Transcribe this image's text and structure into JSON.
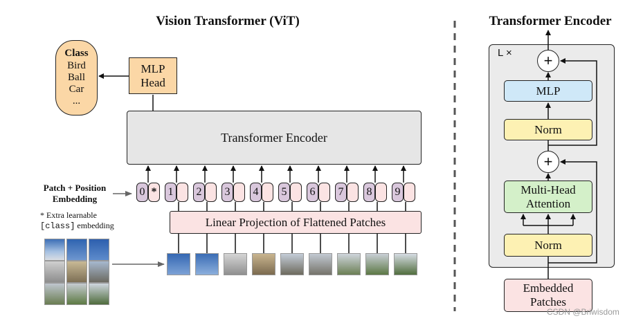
{
  "vit": {
    "title": "Vision Transformer (ViT)",
    "class_box": {
      "heading": "Class",
      "items": [
        "Bird",
        "Ball",
        "Car",
        "..."
      ]
    },
    "mlp_head": {
      "line1": "MLP",
      "line2": "Head"
    },
    "encoder_label": "Transformer Encoder",
    "patch_position_label": {
      "line1": "Patch + Position",
      "line2": "Embedding"
    },
    "extra_note": {
      "line1": "* Extra learnable",
      "code": "[class]",
      "rest": " embedding"
    },
    "position_tokens": [
      "0",
      "1",
      "2",
      "3",
      "4",
      "5",
      "6",
      "7",
      "8",
      "9"
    ],
    "class_token_symbol": "*",
    "projection_label": "Linear Projection of Flattened Patches"
  },
  "encoder_detail": {
    "title": "Transformer Encoder",
    "repeat_label": "L ×",
    "mlp_label": "MLP",
    "norm_label": "Norm",
    "attention": {
      "line1": "Multi-Head",
      "line2": "Attention"
    },
    "add_symbol": "+",
    "input": {
      "line1": "Embedded",
      "line2": "Patches"
    }
  },
  "watermark": "CSDN @Briwisdom",
  "colors": {
    "class_box": "#fbd7a6",
    "mlp_head": "#fbd7a6",
    "encoder": "#e6e6e6",
    "token_number": "#d9c7dc",
    "token_embedding": "#fbe3e3",
    "projection": "#fbe3e3",
    "mlp": "#cfe8f8",
    "norm": "#fdf1b3",
    "attention": "#d4f0c9",
    "encoder_container": "#ebebeb",
    "embedded_patches": "#fbe3e3"
  }
}
